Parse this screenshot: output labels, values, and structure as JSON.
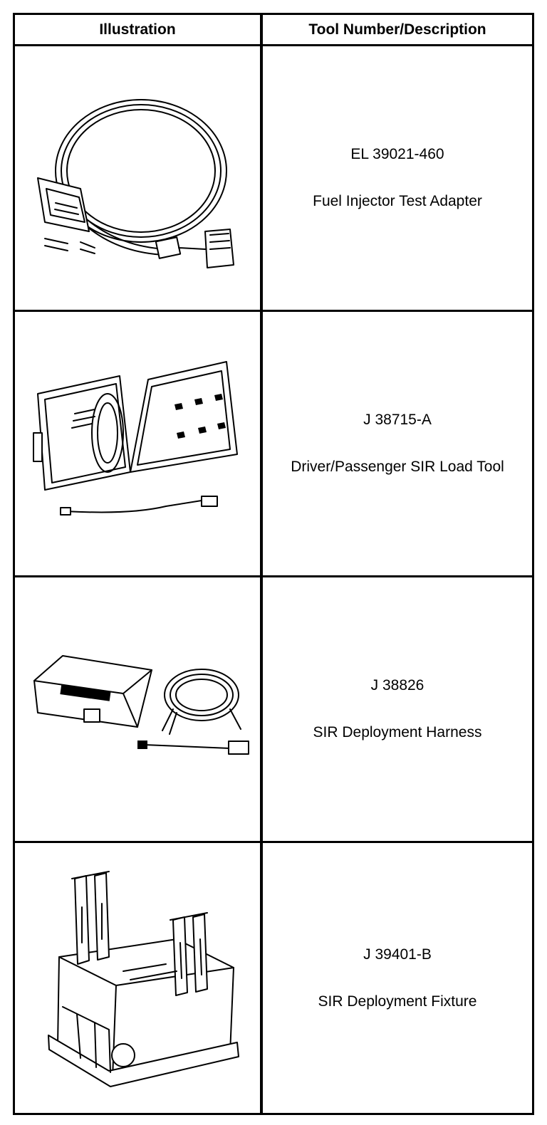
{
  "header": {
    "illustration": "Illustration",
    "description": "Tool Number/Description"
  },
  "rows": [
    {
      "number": "EL 39021-460",
      "name": "Fuel Injector Test Adapter",
      "icon": "cable-adapter-icon"
    },
    {
      "number": "J 38715-A",
      "name": "Driver/Passenger SIR Load Tool",
      "icon": "case-tool-icon"
    },
    {
      "number": "J 38826",
      "name": "SIR Deployment Harness",
      "icon": "harness-kit-icon"
    },
    {
      "number": "J 39401-B",
      "name": "SIR Deployment Fixture",
      "icon": "deployment-fixture-icon"
    }
  ]
}
